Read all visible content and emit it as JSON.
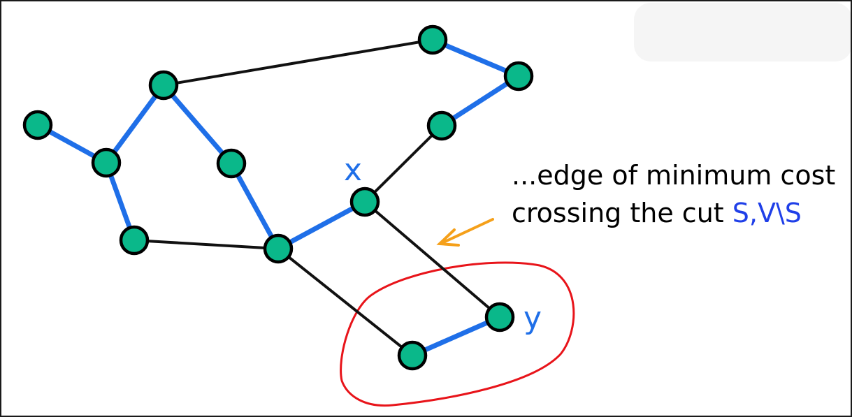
{
  "annotation": {
    "line1": "...edge of minimum cost",
    "line2_prefix": "crossing the cut ",
    "set_s": "S",
    "comma": ",",
    "set_complement": "V\\S"
  },
  "labels": {
    "x": "x",
    "y": "y"
  },
  "colors": {
    "node_fill": "#0ab88a",
    "tree_edge": "#1f6fe8",
    "graph_edge": "#111111",
    "cut_outline": "#e8141a",
    "arrow": "#f5a01a",
    "set_text": "#1f3fe8"
  }
}
